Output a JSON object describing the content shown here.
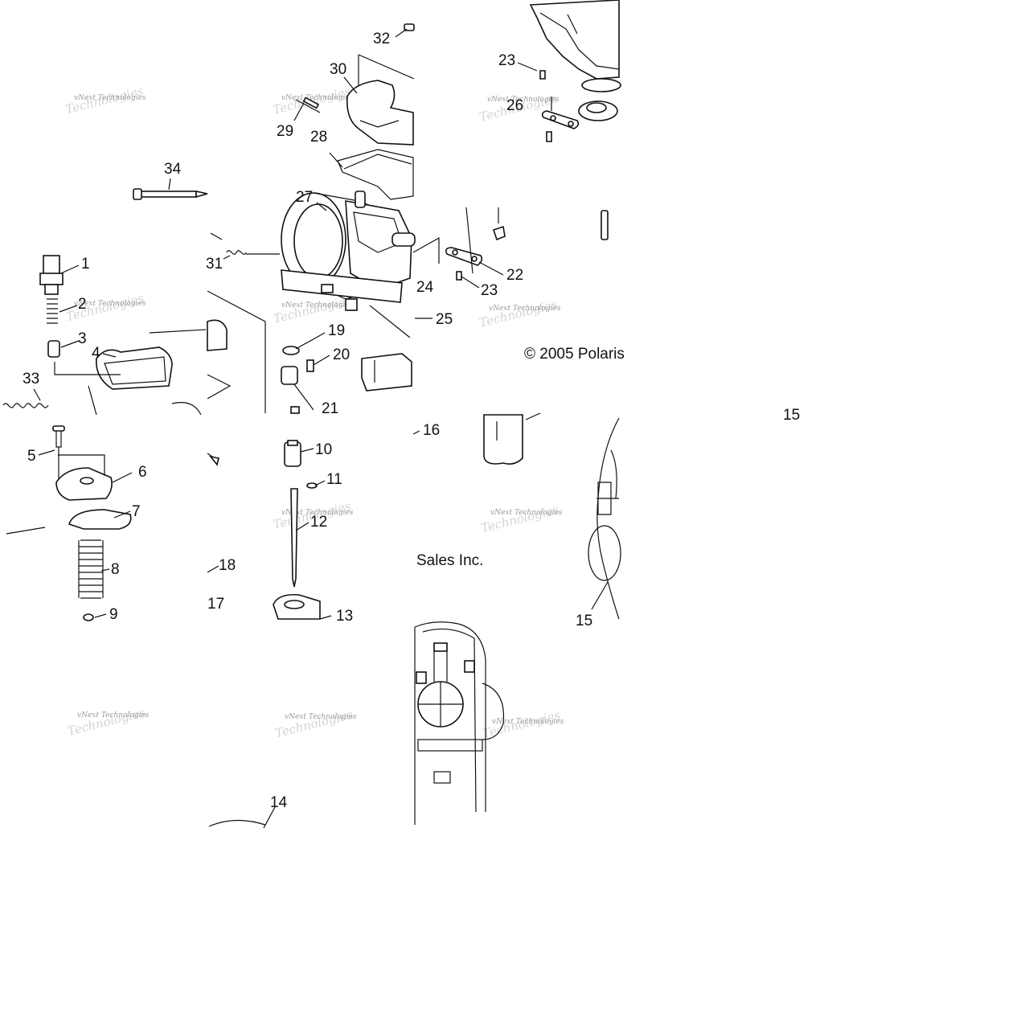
{
  "callouts": [
    "1",
    "2",
    "3",
    "4",
    "5",
    "6",
    "7",
    "8",
    "9",
    "10",
    "11",
    "12",
    "13",
    "14",
    "15",
    "15",
    "16",
    "17",
    "18",
    "19",
    "20",
    "21",
    "22",
    "23",
    "23",
    "24",
    "25",
    "26",
    "27",
    "28",
    "29",
    "30",
    "31",
    "32",
    "33",
    "34"
  ],
  "copyright": "© 2005 Polaris",
  "copyright_cont": "Sales Inc.",
  "watermark": "vNext Technologies"
}
